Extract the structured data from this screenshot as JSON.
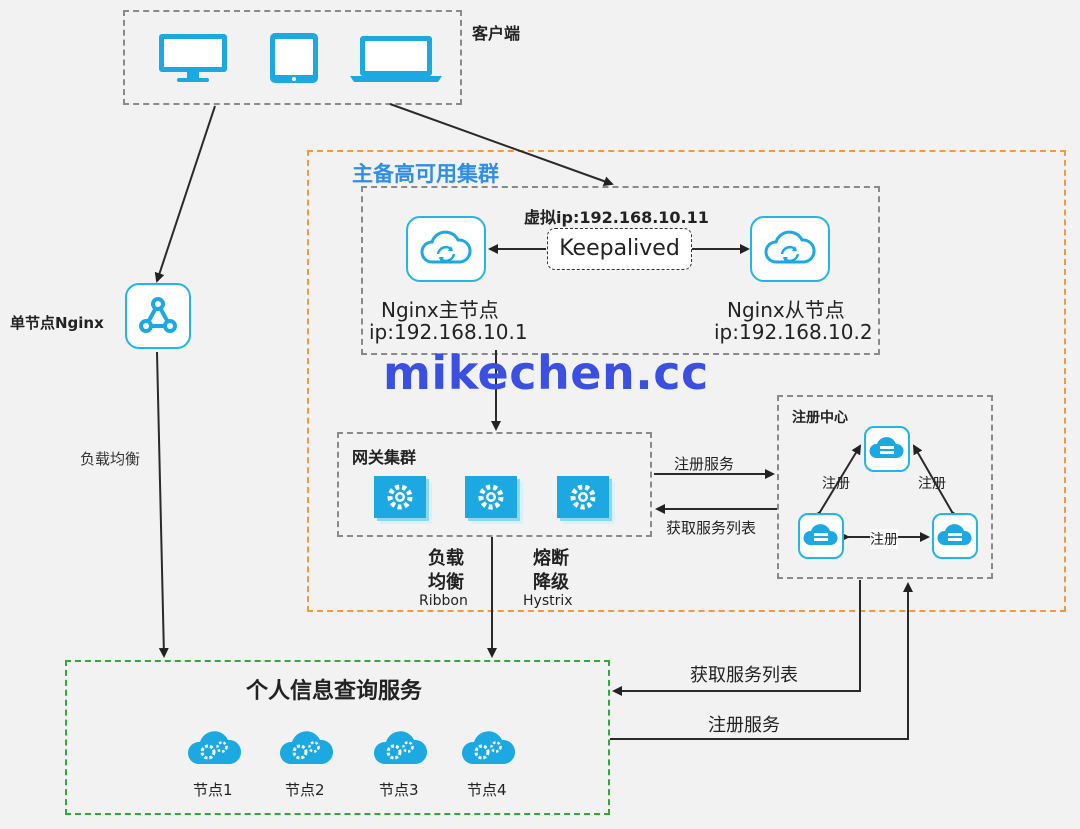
{
  "client": {
    "label": "客户端"
  },
  "single_nginx": {
    "label": "单节点Nginx"
  },
  "lb_label": "负载均衡",
  "ha_cluster": {
    "title": "主备高可用集群",
    "vip": "虚拟ip:192.168.10.11",
    "keepalived": "Keepalived",
    "master": {
      "name": "Nginx主节点",
      "ip": "ip:192.168.10.1"
    },
    "slave": {
      "name": "Nginx从节点",
      "ip": "ip:192.168.10.2"
    }
  },
  "watermark": "mikechen.cc",
  "gateway": {
    "title": "网关集群",
    "lb": {
      "line1": "负载",
      "line2": "均衡",
      "sub": "Ribbon"
    },
    "breaker": {
      "line1": "熔断",
      "line2": "降级",
      "sub": "Hystrix"
    }
  },
  "registry": {
    "title": "注册中心",
    "register": "注册"
  },
  "edges": {
    "register_service": "注册服务",
    "fetch_list": "获取服务列表"
  },
  "service": {
    "title": "个人信息查询服务",
    "nodes": [
      "节点1",
      "节点2",
      "节点3",
      "节点4"
    ]
  },
  "colors": {
    "accent": "#22b5e8",
    "orange_border": "#f39a3c",
    "green_border": "#2faa3a",
    "watermark": "#3b50e0",
    "cluster_title": "#2f8ee6"
  }
}
